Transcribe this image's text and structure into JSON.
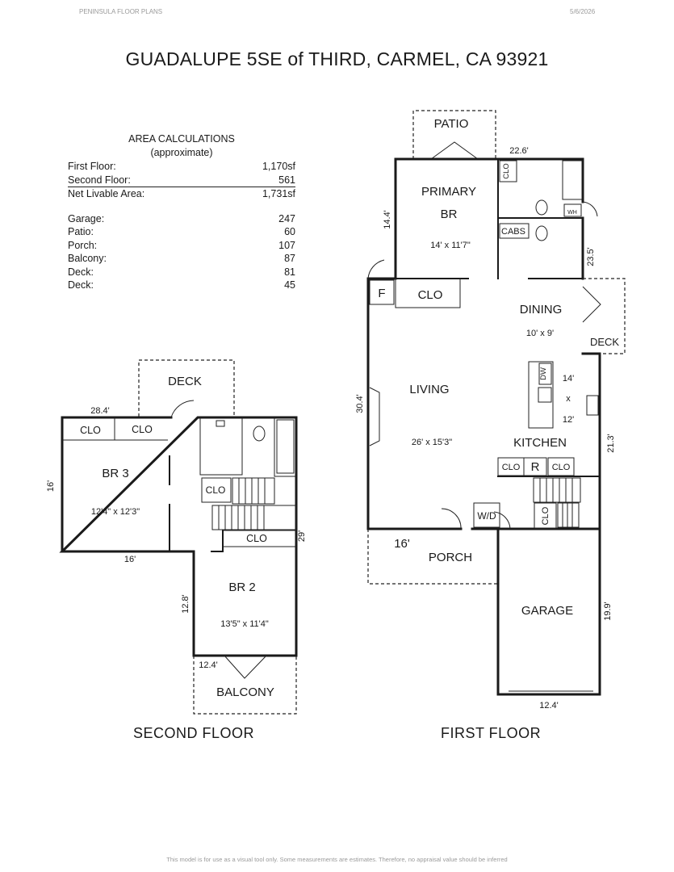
{
  "header": {
    "company": "PENINSULA FLOOR PLANS",
    "date": "5/6/2026"
  },
  "title": "GUADALUPE 5SE of THIRD, CARMEL, CA  93921",
  "area_calculations": {
    "heading": "AREA CALCULATIONS",
    "subheading": "(approximate)",
    "rows": [
      {
        "label": "First  Floor:",
        "value": "1,170sf"
      },
      {
        "label": "Second Floor:",
        "value": "561"
      },
      {
        "label": "Net Livable Area:",
        "value": "1,731sf"
      }
    ],
    "extras": [
      {
        "label": "Garage:",
        "value": "247"
      },
      {
        "label": "Patio:",
        "value": "60"
      },
      {
        "label": "Porch:",
        "value": "107"
      },
      {
        "label": "Balcony:",
        "value": "87"
      },
      {
        "label": "Deck:",
        "value": "81"
      },
      {
        "label": "Deck:",
        "value": "45"
      }
    ]
  },
  "second_floor": {
    "name": "SECOND FLOOR",
    "deck": "DECK",
    "clo": "CLO",
    "br3": {
      "name": "BR 3",
      "size": "12'4\" x 12'3\""
    },
    "br2": {
      "name": "BR 2",
      "size": "13'5\" x 11'4\""
    },
    "balcony": "BALCONY",
    "dims": {
      "top": "28.4'",
      "left": "16'",
      "bottom": "16'",
      "right": "29'",
      "br2_left": "12.8'",
      "balcony": "12.4'"
    }
  },
  "first_floor": {
    "name": "FIRST FLOOR",
    "patio": "PATIO",
    "primary_br": {
      "name_line1": "PRIMARY",
      "name_line2": "BR",
      "size": "14' x 11'7\""
    },
    "clo": "CLO",
    "cabs": "CABS",
    "wh": "WH",
    "f": "F",
    "dining": {
      "name": "DINING",
      "size": "10' x 9'"
    },
    "deck": "DECK",
    "living": {
      "name": "LIVING",
      "size": "26' x 15'3\""
    },
    "kitchen": {
      "name": "KITCHEN",
      "size_a": "14'",
      "size_x": "x",
      "size_b": "12'",
      "dw": "DW",
      "r": "R"
    },
    "wd": "W/D",
    "porch": "PORCH",
    "garage": "GARAGE",
    "dims": {
      "top": "22.6'",
      "primary_left": "14.4'",
      "right_upper": "23.5'",
      "living_left": "30.4'",
      "kitchen_right": "21.3'",
      "porch": "16'",
      "garage_right": "19.9'",
      "garage_bottom": "12.4'"
    }
  },
  "footer": "This model is for use as a visual tool only. Some measurements are estimates. Therefore, no appraisal value should be inferred"
}
